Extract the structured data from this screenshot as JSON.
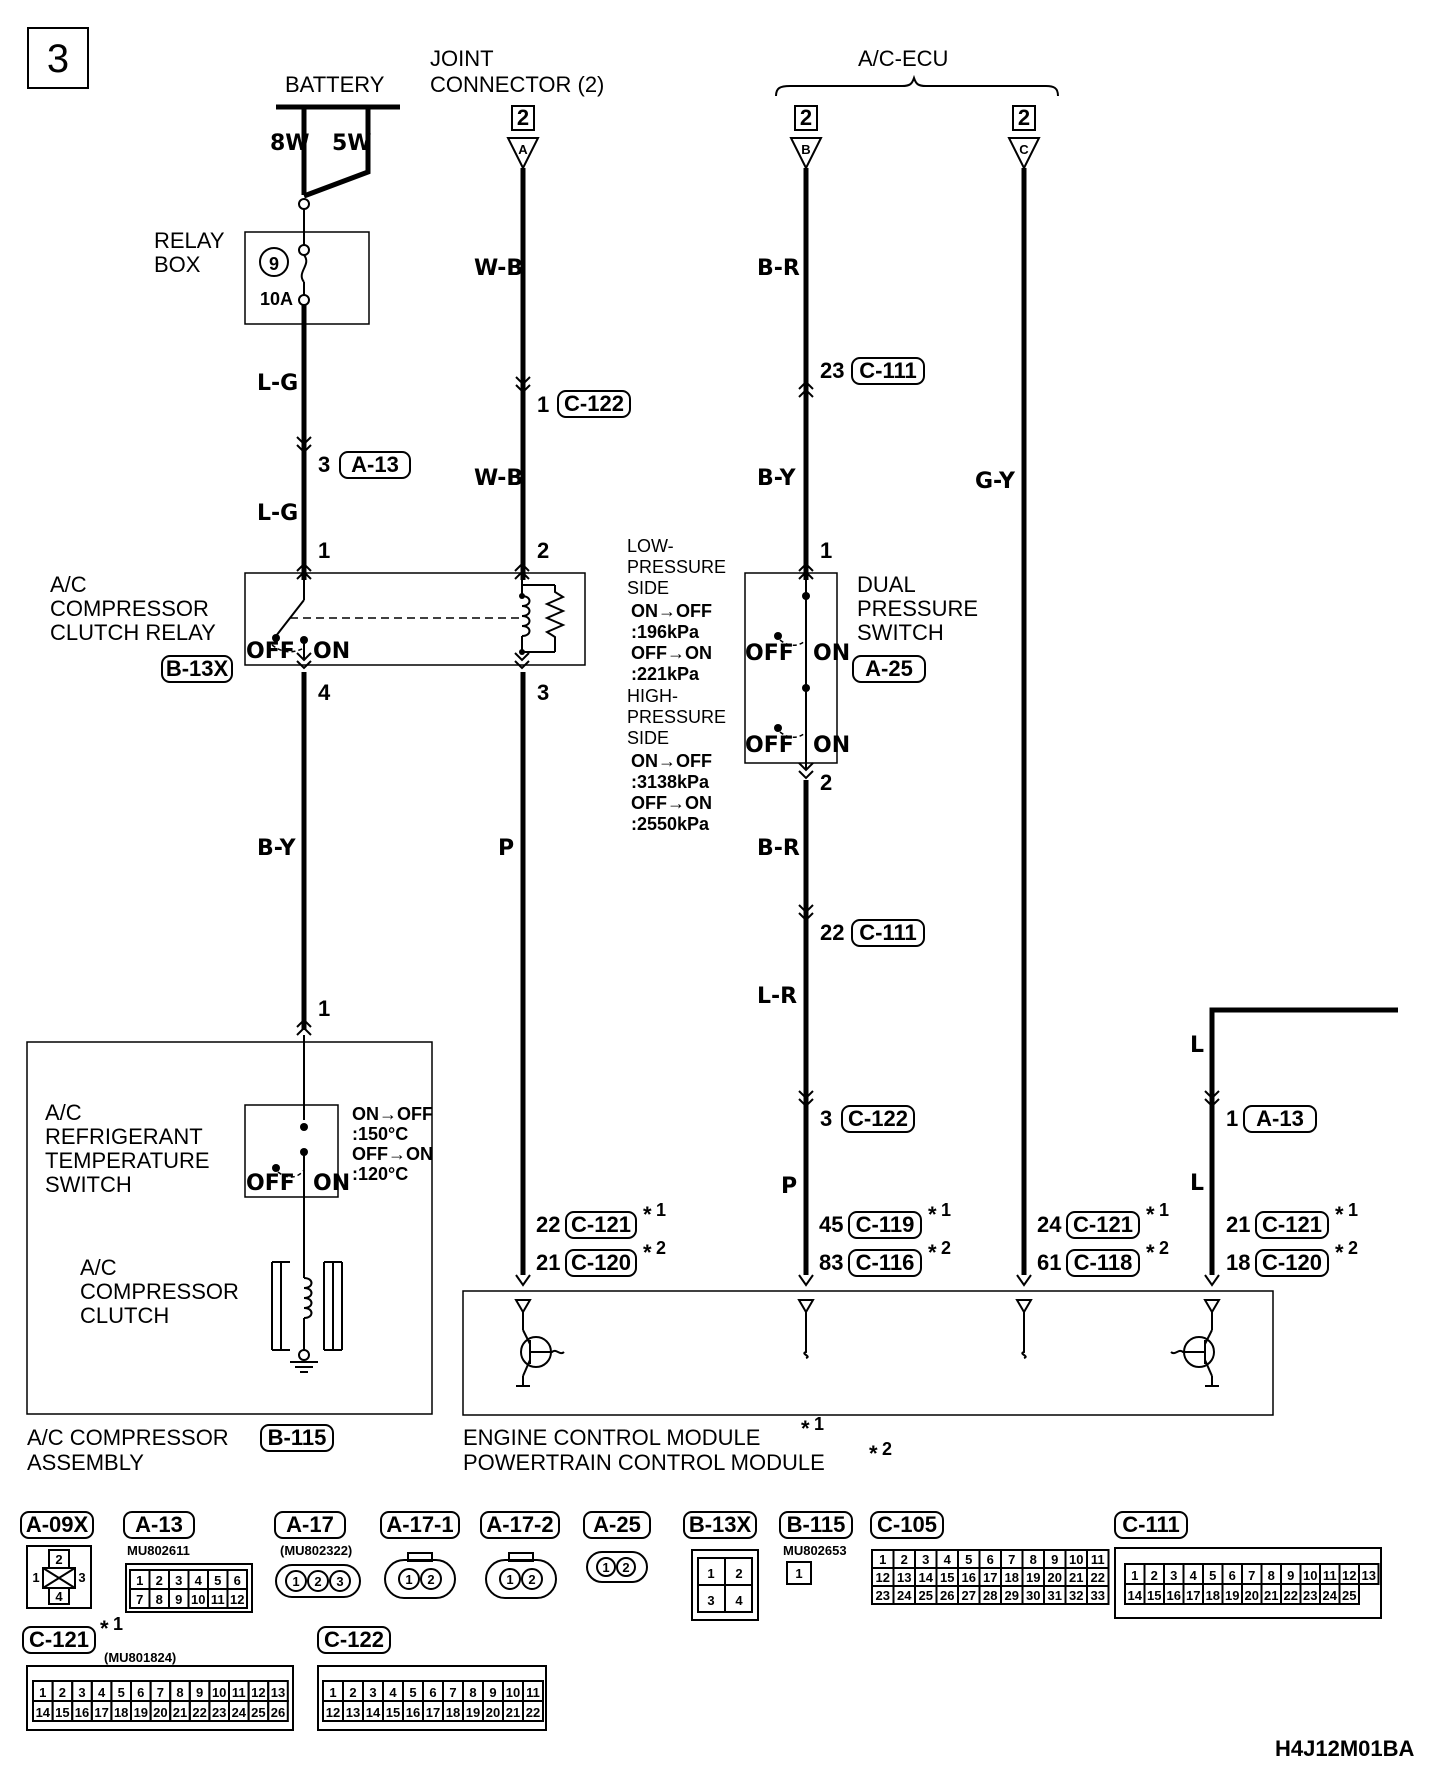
{
  "page_number": "3",
  "top": {
    "battery": "BATTERY",
    "battery_wires": [
      "8W",
      "5W"
    ],
    "joint_connector": [
      "JOINT",
      "CONNECTOR (2)"
    ],
    "ac_ecu": "A/C-ECU",
    "ref_number": "2",
    "ref_letters": [
      "A",
      "B",
      "C"
    ]
  },
  "relay_box": {
    "label": [
      "RELAY",
      "BOX"
    ],
    "fuse_no": "9",
    "fuse_rating": "10A"
  },
  "wires": {
    "lg": "L-G",
    "wb": "W-B",
    "br": "B-R",
    "by": "B-Y",
    "gy": "G-Y",
    "p": "P",
    "lr": "L-R",
    "l": "L"
  },
  "connectors_inline": {
    "a13": "A-13",
    "c122": "C-122",
    "c111": "C-111",
    "c121": "C-121",
    "c120": "C-120",
    "c119": "C-119",
    "c116": "C-116",
    "c118": "C-118",
    "b13x": "B-13X",
    "a25": "A-25",
    "b115": "B-115"
  },
  "pins": {
    "p1": "1",
    "p2": "2",
    "p3": "3",
    "p4": "4",
    "p21": "21",
    "p22": "22",
    "p23": "23",
    "p24": "24",
    "p18": "18",
    "p45": "45",
    "p61": "61",
    "p83": "83"
  },
  "relay": {
    "label": [
      "A/C",
      "COMPRESSOR",
      "CLUTCH RELAY"
    ],
    "off": "OFF",
    "on": "ON"
  },
  "pressure_notes": {
    "lines": [
      "LOW-",
      "PRESSURE",
      "SIDE",
      "ON→OFF",
      ":196kPa",
      "OFF→ON",
      ":221kPa",
      "HIGH-",
      "PRESSURE",
      "SIDE",
      "ON→OFF",
      ":3138kPa",
      "OFF→ON",
      ":2550kPa"
    ]
  },
  "dual_switch": {
    "label": [
      "DUAL",
      "PRESSURE",
      "SWITCH"
    ]
  },
  "compressor_assembly": {
    "temp_switch_label": [
      "A/C",
      "REFRIGERANT",
      "TEMPERATURE",
      "SWITCH"
    ],
    "temp_notes": [
      "ON→OFF",
      ":150°C",
      "OFF→ON",
      ":120°C"
    ],
    "clutch_label": [
      "A/C",
      "COMPRESSOR",
      "CLUTCH"
    ],
    "assembly_label": "A/C COMPRESSOR",
    "assembly_label2": "ASSEMBLY"
  },
  "module": {
    "line1": "ENGINE CONTROL MODULE",
    "line2": "POWERTRAIN CONTROL MODULE",
    "star": "*",
    "note1": "1",
    "note2": "2"
  },
  "connector_table": {
    "row1": [
      {
        "name": "A-09X",
        "sub": "",
        "pins": [
          "1",
          "2",
          "3",
          "4"
        ]
      },
      {
        "name": "A-13",
        "sub": "MU802611",
        "pins": [
          "1",
          "2",
          "3",
          "4",
          "5",
          "6",
          "7",
          "8",
          "9",
          "10",
          "11",
          "12"
        ]
      },
      {
        "name": "A-17",
        "sub": "(MU802322)",
        "pins": [
          "1",
          "2",
          "3"
        ]
      },
      {
        "name": "A-17-1",
        "sub": "",
        "pins": [
          "1",
          "2"
        ]
      },
      {
        "name": "A-17-2",
        "sub": "",
        "pins": [
          "1",
          "2"
        ]
      },
      {
        "name": "A-25",
        "sub": "",
        "pins": [
          "1",
          "2"
        ]
      },
      {
        "name": "B-13X",
        "sub": "",
        "pins": [
          "1",
          "2",
          "3",
          "4"
        ]
      },
      {
        "name": "B-115",
        "sub": "MU802653",
        "pins": [
          "1"
        ]
      },
      {
        "name": "C-105",
        "sub": "",
        "pins": [
          "1",
          "2",
          "3",
          "4",
          "5",
          "6",
          "7",
          "8",
          "9",
          "10",
          "11",
          "12",
          "13",
          "14",
          "15",
          "16",
          "17",
          "18",
          "19",
          "20",
          "21",
          "22",
          "23",
          "24",
          "25",
          "26",
          "27",
          "28",
          "29",
          "30",
          "31",
          "32",
          "33"
        ]
      },
      {
        "name": "C-111",
        "sub": "",
        "pins": [
          "1",
          "2",
          "3",
          "4",
          "5",
          "6",
          "7",
          "8",
          "9",
          "10",
          "11",
          "12",
          "13",
          "14",
          "15",
          "16",
          "17",
          "18",
          "19",
          "20",
          "21",
          "22",
          "23",
          "24",
          "25"
        ]
      }
    ],
    "row2": [
      {
        "name": "C-121",
        "sub": "(MU801824)",
        "pins": [
          "1",
          "2",
          "3",
          "4",
          "5",
          "6",
          "7",
          "8",
          "9",
          "10",
          "11",
          "12",
          "13",
          "14",
          "15",
          "16",
          "17",
          "18",
          "19",
          "20",
          "21",
          "22",
          "23",
          "24",
          "25",
          "26"
        ]
      },
      {
        "name": "C-122",
        "sub": "",
        "pins": [
          "1",
          "2",
          "3",
          "4",
          "5",
          "6",
          "7",
          "8",
          "9",
          "10",
          "11",
          "12",
          "13",
          "14",
          "15",
          "16",
          "17",
          "18",
          "19",
          "20",
          "21",
          "22"
        ]
      }
    ]
  },
  "figure_code": "H4J12M01BA"
}
